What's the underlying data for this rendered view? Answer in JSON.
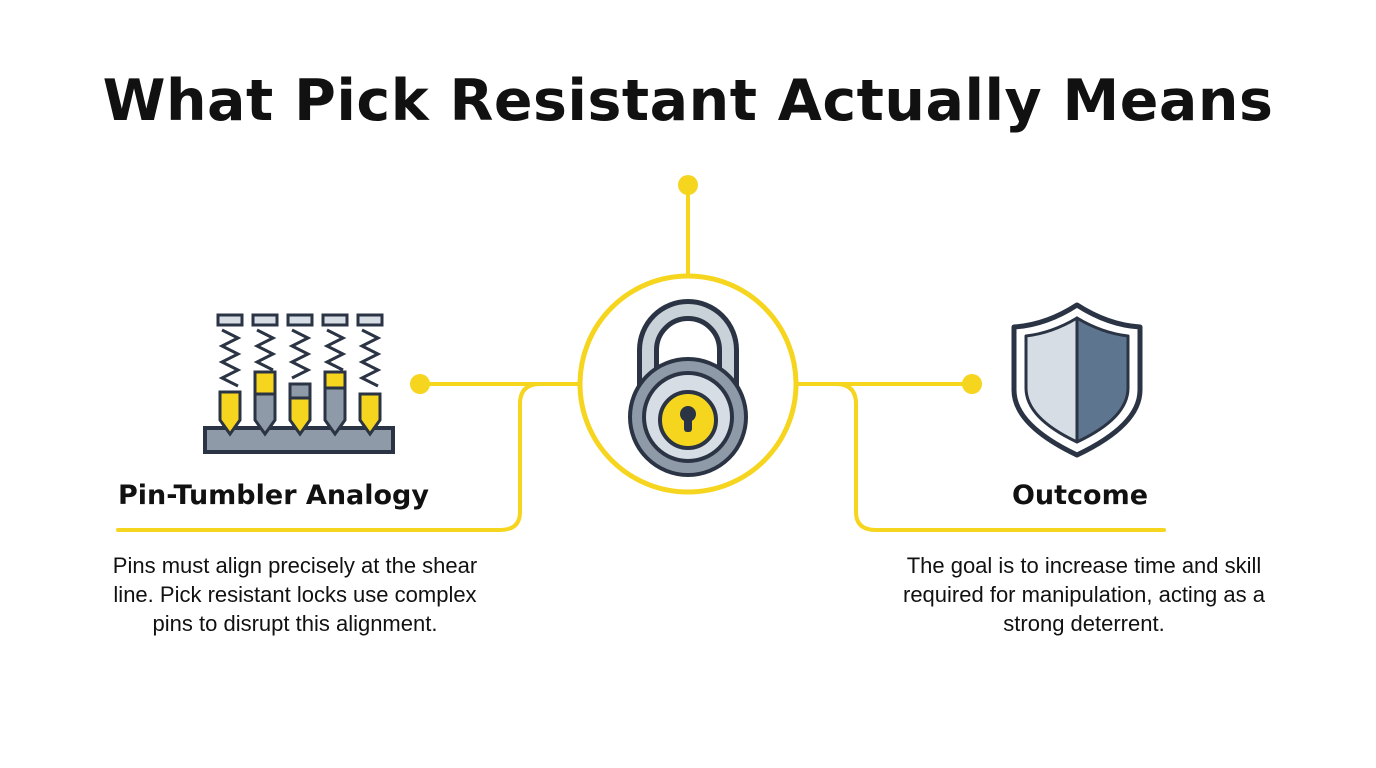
{
  "title": "What Pick Resistant Actually Means",
  "left": {
    "heading": "Pin-Tumbler Analogy",
    "description": "Pins must align precisely at the shear line. Pick resistant locks use complex pins to disrupt this alignment.",
    "icon": "pin-tumbler-icon"
  },
  "center": {
    "icon": "padlock-icon"
  },
  "right": {
    "heading": "Outcome",
    "description": "The goal is to increase time and skill required for manipulation, acting as a strong deterrent.",
    "icon": "shield-icon"
  },
  "colors": {
    "accent": "#F6D51F",
    "dark": "#2B3444",
    "steel": "#8E9AA8",
    "steel_light": "#D6DDE4",
    "shield_dark": "#5E7590"
  }
}
